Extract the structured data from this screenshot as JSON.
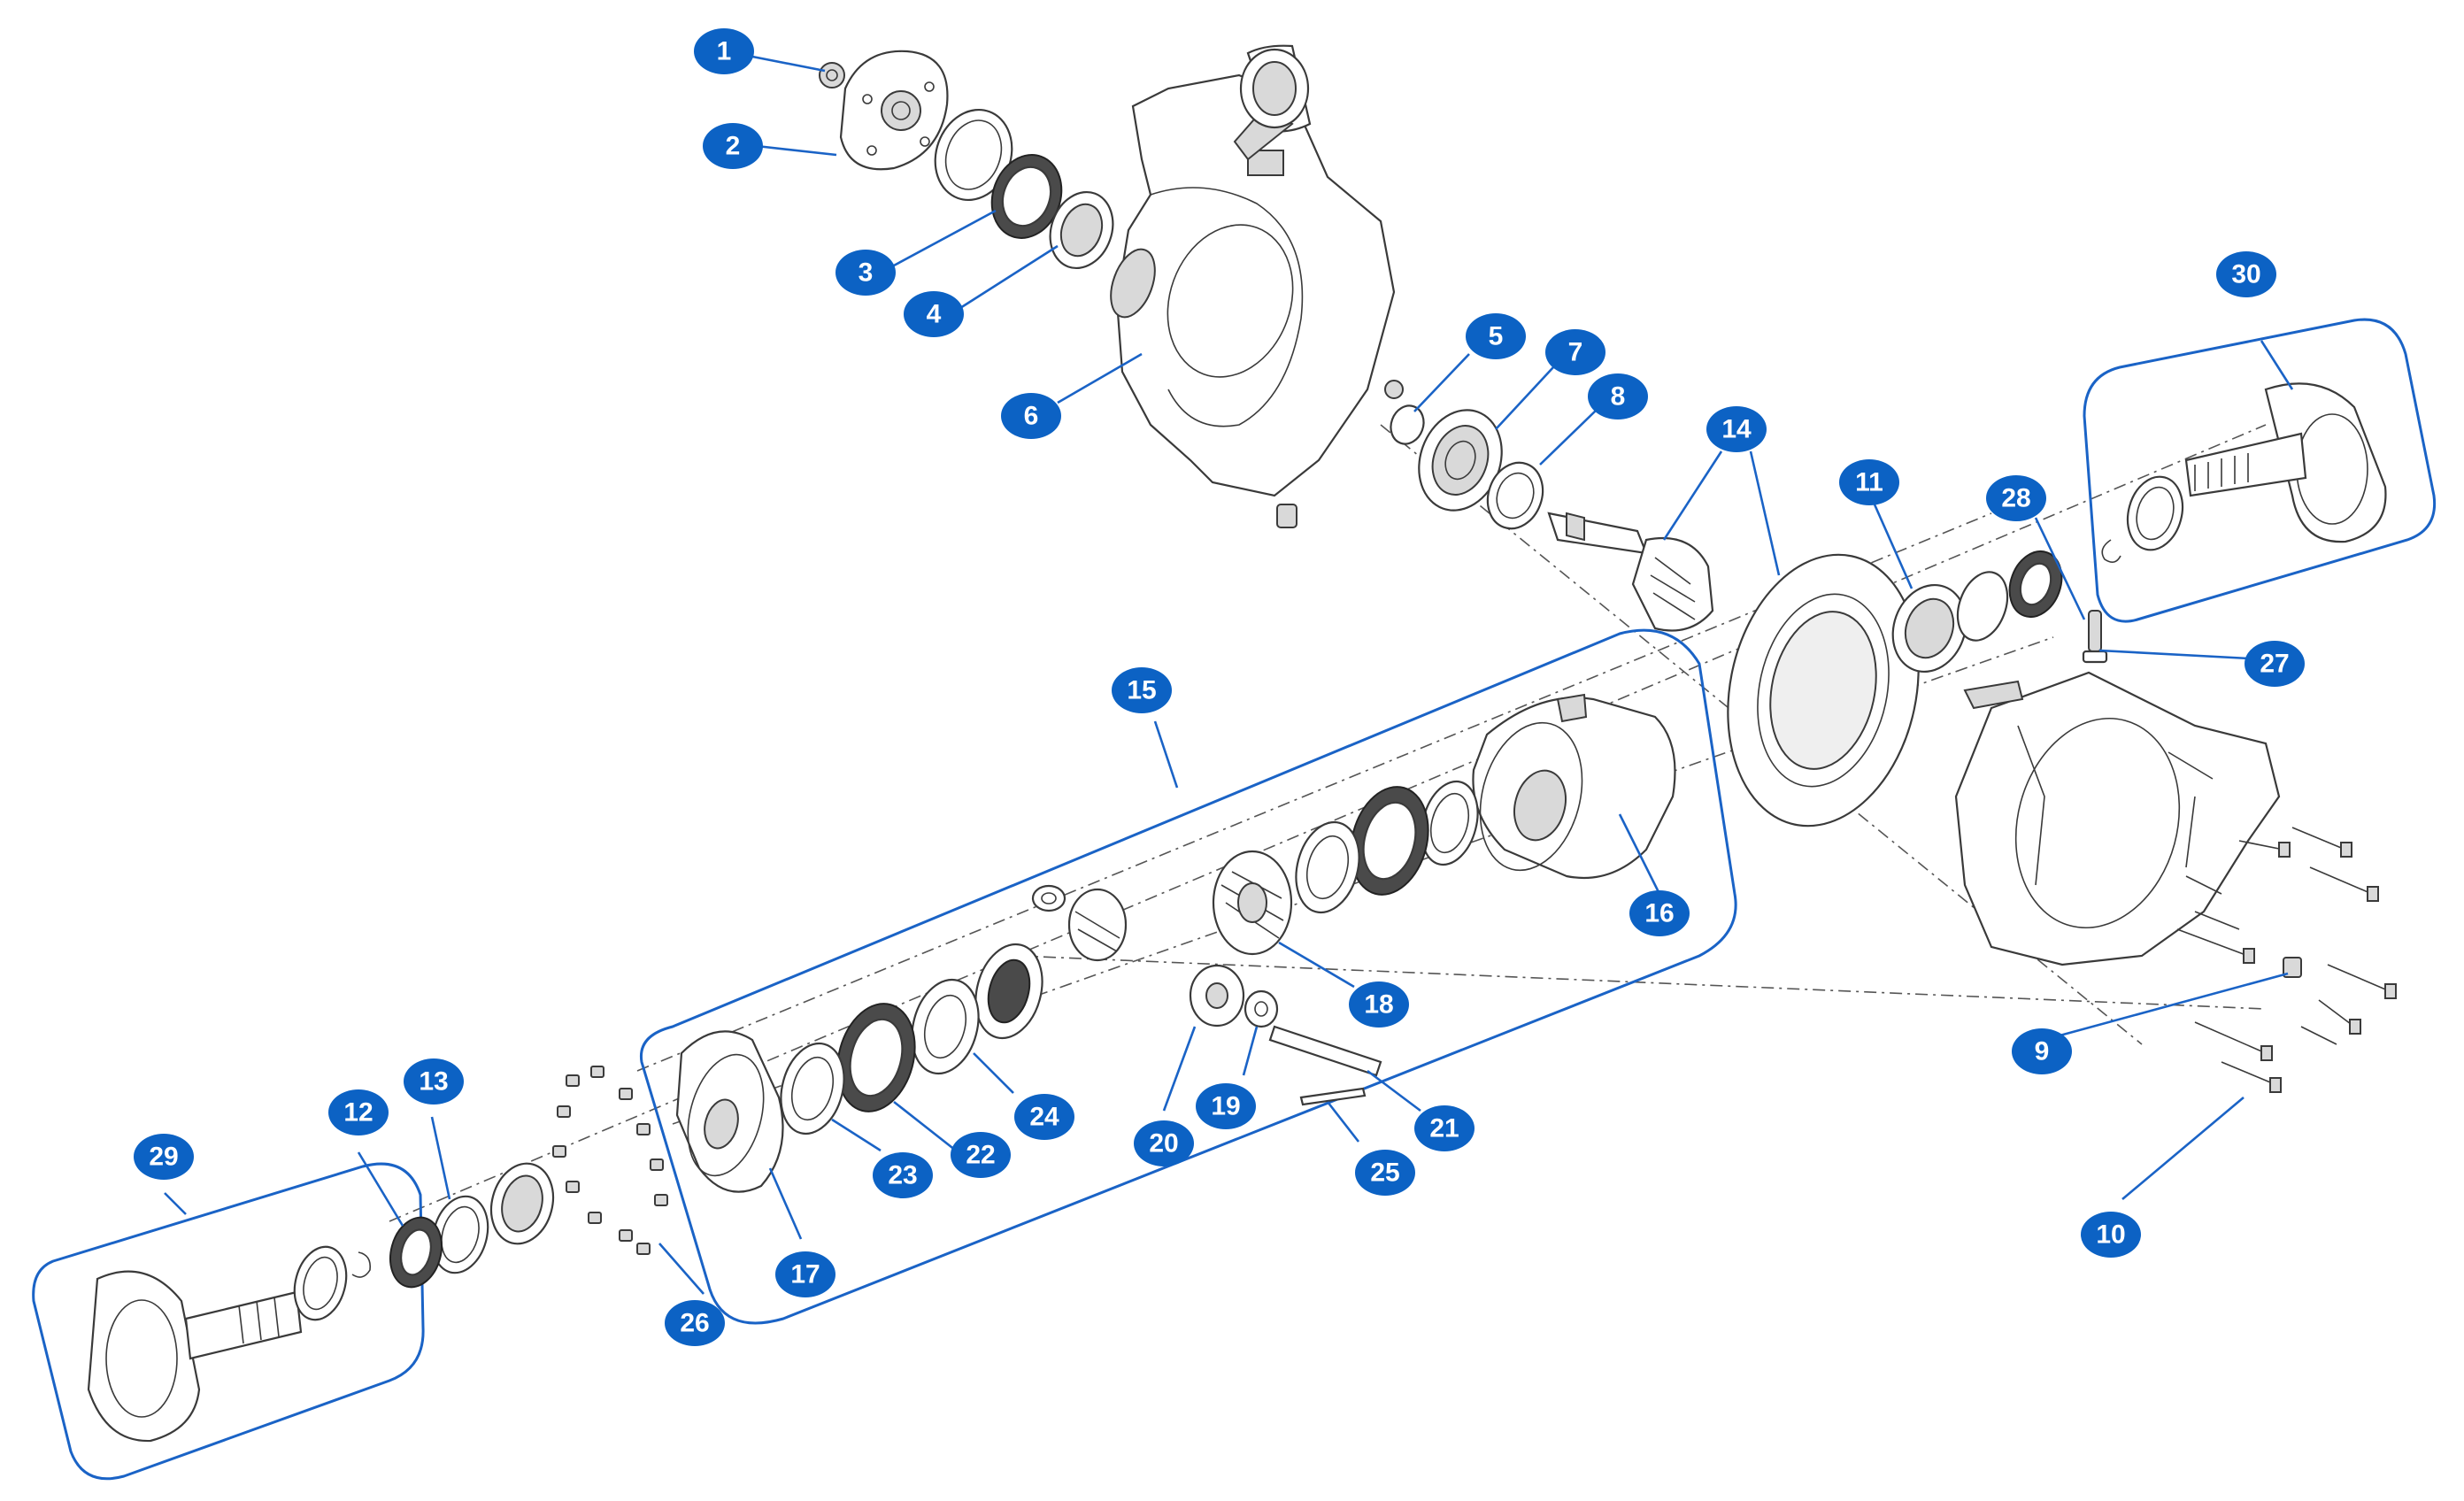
{
  "figure": {
    "type": "exploded-parts-diagram",
    "badge_color": "#0c62c4",
    "outline_color": "#1a63c6",
    "callouts": [
      {
        "id": "1",
        "label": "1"
      },
      {
        "id": "2",
        "label": "2"
      },
      {
        "id": "3",
        "label": "3"
      },
      {
        "id": "4",
        "label": "4"
      },
      {
        "id": "5",
        "label": "5"
      },
      {
        "id": "6",
        "label": "6"
      },
      {
        "id": "7",
        "label": "7"
      },
      {
        "id": "8",
        "label": "8"
      },
      {
        "id": "9",
        "label": "9"
      },
      {
        "id": "10",
        "label": "10"
      },
      {
        "id": "11",
        "label": "11"
      },
      {
        "id": "12",
        "label": "12"
      },
      {
        "id": "13",
        "label": "13"
      },
      {
        "id": "14",
        "label": "14"
      },
      {
        "id": "15",
        "label": "15"
      },
      {
        "id": "16",
        "label": "16"
      },
      {
        "id": "17",
        "label": "17"
      },
      {
        "id": "18",
        "label": "18"
      },
      {
        "id": "19",
        "label": "19"
      },
      {
        "id": "20",
        "label": "20"
      },
      {
        "id": "21",
        "label": "21"
      },
      {
        "id": "22",
        "label": "22"
      },
      {
        "id": "23",
        "label": "23"
      },
      {
        "id": "24",
        "label": "24"
      },
      {
        "id": "25",
        "label": "25"
      },
      {
        "id": "26",
        "label": "26"
      },
      {
        "id": "27",
        "label": "27"
      },
      {
        "id": "28",
        "label": "28"
      },
      {
        "id": "29",
        "label": "29"
      },
      {
        "id": "30",
        "label": "30"
      }
    ]
  }
}
